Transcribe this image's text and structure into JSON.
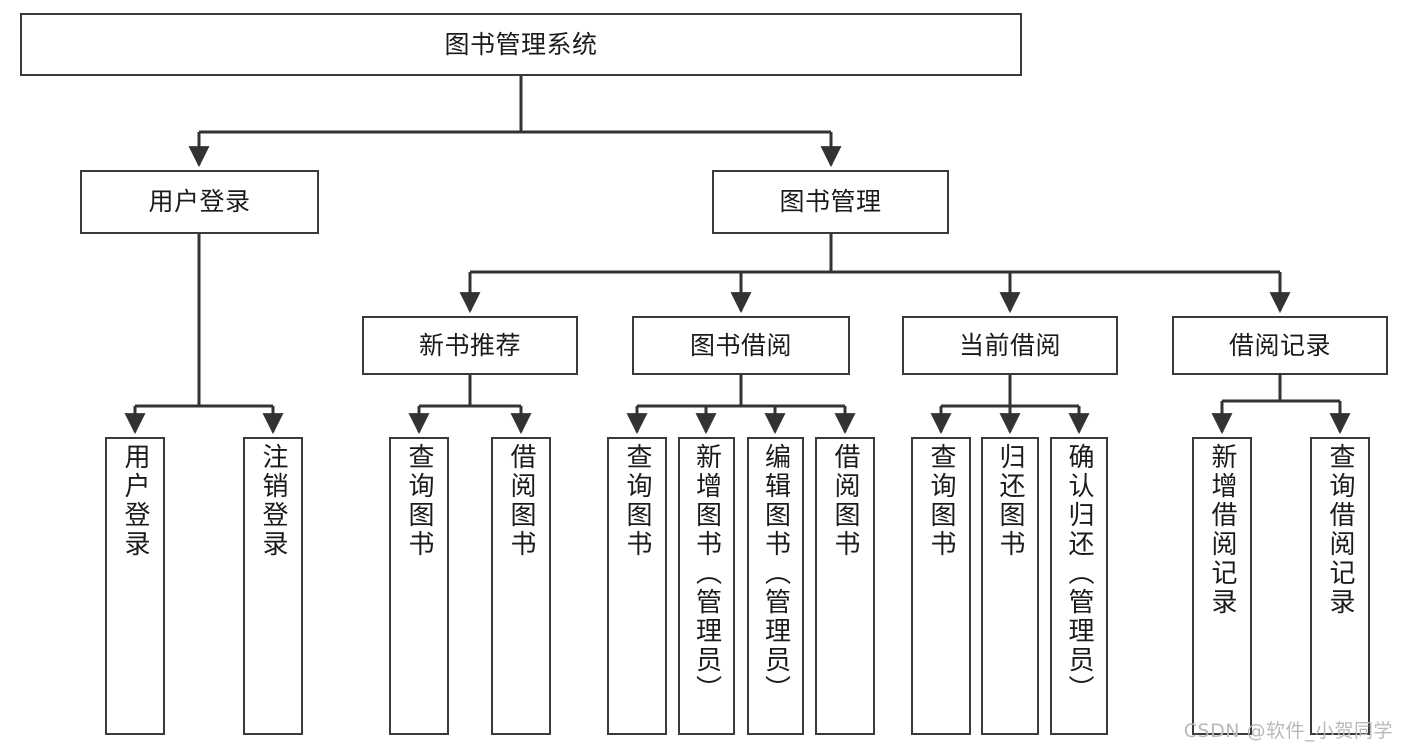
{
  "diagram": {
    "title": "图书管理系统",
    "type": "tree",
    "watermark": "CSDN @软件_小贺同学",
    "colors": {
      "box_border": "#3a3a3a",
      "box_fill": "#ffffff",
      "connector": "#333333",
      "text": "#1b1b1b",
      "watermark": "#b9b9b9"
    },
    "root": {
      "label": "图书管理系统"
    },
    "level1": [
      {
        "label": "用户登录"
      },
      {
        "label": "图书管理"
      }
    ],
    "level2": [
      {
        "label": "新书推荐"
      },
      {
        "label": "图书借阅"
      },
      {
        "label": "当前借阅"
      },
      {
        "label": "借阅记录"
      }
    ],
    "leaves": {
      "user_login": [
        {
          "label": "用户登录"
        },
        {
          "label": "注销登录"
        }
      ],
      "new_book_recommend": [
        {
          "label": "查询图书"
        },
        {
          "label": "借阅图书"
        }
      ],
      "book_borrow": [
        {
          "label": "查询图书"
        },
        {
          "label": "新增图书（管理员）"
        },
        {
          "label": "编辑图书（管理员）"
        },
        {
          "label": "借阅图书"
        }
      ],
      "current_borrow": [
        {
          "label": "查询图书"
        },
        {
          "label": "归还图书"
        },
        {
          "label": "确认归还（管理员）"
        }
      ],
      "borrow_record": [
        {
          "label": "新增借阅记录"
        },
        {
          "label": "查询借阅记录"
        }
      ]
    }
  }
}
